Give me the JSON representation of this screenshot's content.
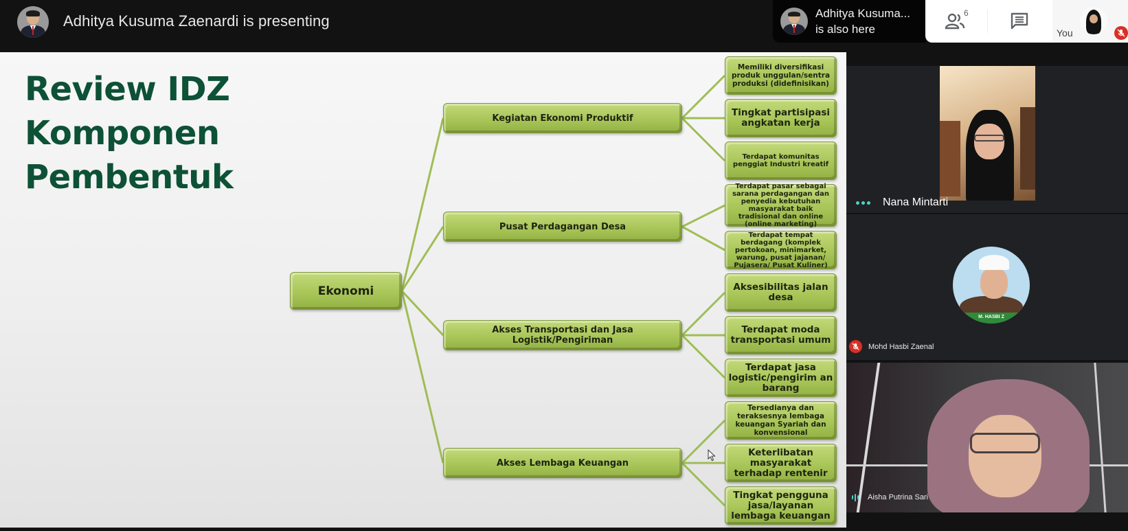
{
  "topbar": {
    "presenter_name": "Adhitya Kusuma Zaenardi",
    "presenting_text": "Adhitya Kusuma Zaenardi is presenting",
    "also_here_line1": "Adhitya Kusuma...",
    "also_here_line2": "is also here",
    "people_icon": "people-icon",
    "participant_count": "6",
    "chat_icon": "chat-icon",
    "self_label": "You",
    "self_mic_status": "muted"
  },
  "slide": {
    "title_lines": [
      "Review IDZ",
      "Komponen",
      "Pembentuk"
    ],
    "root": "Ekonomi",
    "branches": [
      {
        "label": "Kegiatan Ekonomi  Produktif",
        "children": [
          "Memiliki diversifikasi produk unggulan/sentra produksi (didefinisikan)",
          "Tingkat partisipasi angkatan kerja",
          "Terdapat komunitas penggiat Industri kreatif"
        ]
      },
      {
        "label": "Pusat Perdagangan Desa",
        "children": [
          "Terdapat pasar sebagai sarana perdagangan dan penyedia kebutuhan masyarakat baik tradisional dan online (online marketing)",
          "Terdapat tempat berdagang (komplek pertokoan, minimarket, warung, pusat jajanan/ Pujasera/ Pusat Kuliner)"
        ]
      },
      {
        "label": "Akses Transportasi  dan Jasa Logistik/Pengiriman",
        "children": [
          "Aksesibilitas jalan desa",
          "Terdapat moda transportasi umum",
          "Terdapat jasa logistic/pengirim an barang"
        ]
      },
      {
        "label": "Akses Lembaga Keuangan",
        "children": [
          "Tersedianya dan teraksesnya lembaga keuangan Syariah dan konvensional",
          "Keterlibatan masyarakat terhadap rentenir",
          "Tingkat pengguna jasa/layanan lembaga keuangan"
        ]
      }
    ]
  },
  "participants": [
    {
      "name": "Nana Mintarti",
      "status": "more-options"
    },
    {
      "name": "Mohd Hasbi Zaenal",
      "status": "muted",
      "banner_text": "M. HASBI Z"
    },
    {
      "name": "Aisha Putrina Sari",
      "status": "speaking"
    }
  ]
}
